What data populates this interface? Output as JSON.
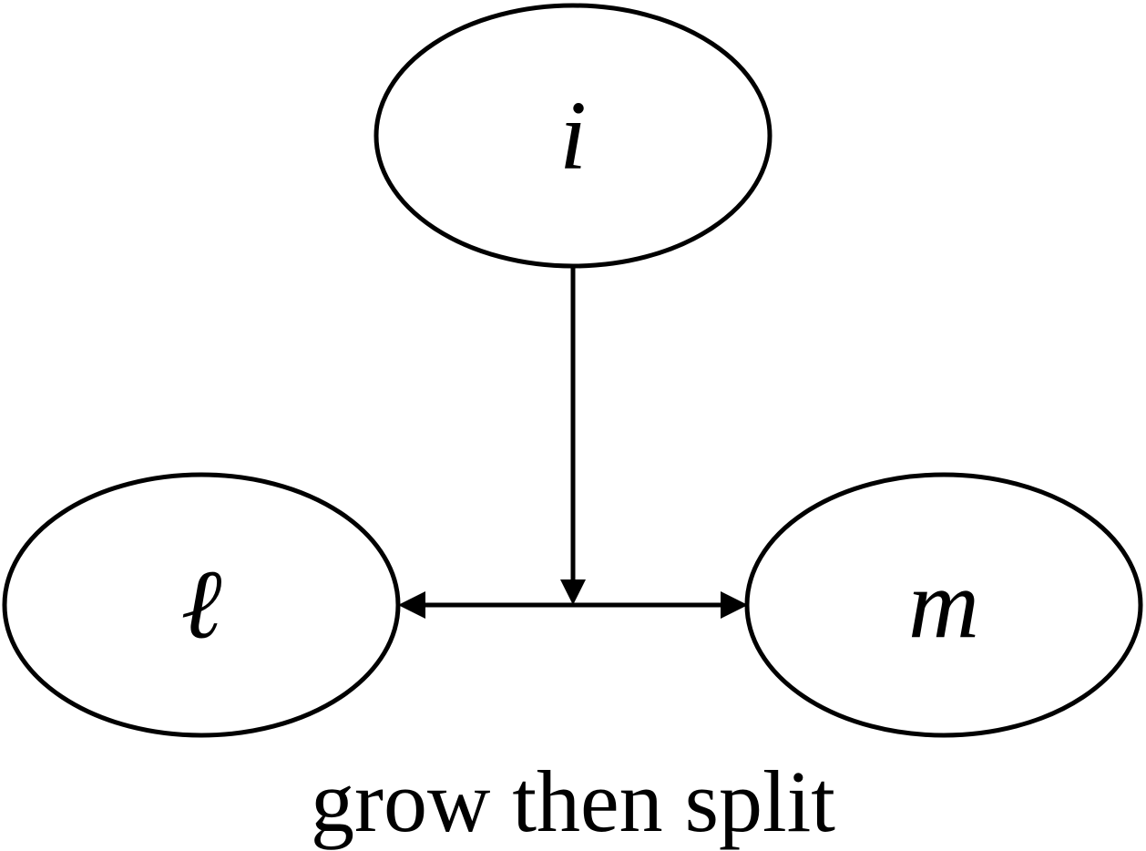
{
  "nodes": {
    "top": {
      "label": "i"
    },
    "left": {
      "label": "ℓ"
    },
    "right": {
      "label": "m"
    }
  },
  "caption": "grow then split",
  "colors": {
    "stroke": "#000000",
    "background": "#ffffff"
  }
}
